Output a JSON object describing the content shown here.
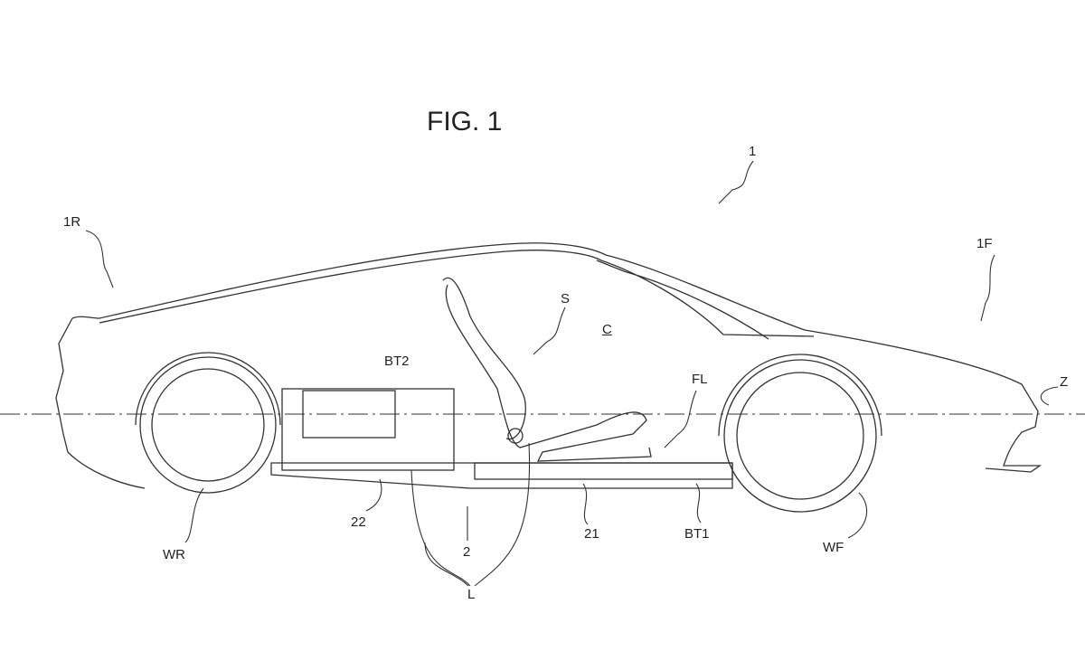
{
  "figure": {
    "title": "FIG. 1",
    "labels": {
      "vehicle": "1",
      "rear": "1R",
      "front": "1F",
      "seat": "S",
      "cabin": "C",
      "battery_rear": "BT2",
      "floor": "FL",
      "axis": "Z",
      "rear_part": "22",
      "frame": "2",
      "front_part": "21",
      "battery_front": "BT1",
      "wheel_rear": "WR",
      "wheel_front": "WF",
      "longitudinal": "L"
    }
  }
}
